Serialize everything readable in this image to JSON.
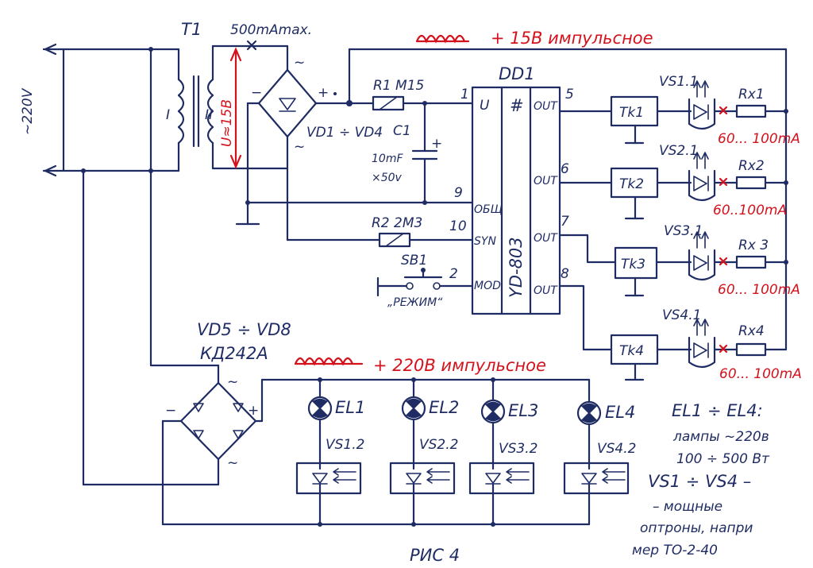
{
  "mains_label": "~220V",
  "transformer": {
    "name": "T1",
    "primary": "I",
    "secondary": "II",
    "current_note": "500mAmax.",
    "voltage_note": "U≈15B"
  },
  "bridge1": {
    "name": "VD1 ÷ VD4",
    "plus": "+",
    "minus": "−",
    "tilde": "~"
  },
  "top_rail": "+ 15B импульсное",
  "r1": "R1 M15",
  "c1": [
    "C1",
    "10mF",
    "×50v"
  ],
  "c1_plus": "+",
  "r2": "R2 2M3",
  "sb1": "SB1",
  "sb1_caption": "„РЕЖИМ“",
  "dd1": {
    "name": "DD1",
    "part": "YD-803",
    "pins_left": [
      {
        "num": "1",
        "label": "U"
      },
      {
        "num": "9",
        "label": "ОБЩ"
      },
      {
        "num": "10",
        "label": "SYN"
      },
      {
        "num": "2",
        "label": "MOD"
      }
    ],
    "pins_right": [
      {
        "num": "5",
        "label": "OUT"
      },
      {
        "num": "6",
        "label": "OUT"
      },
      {
        "num": "7",
        "label": "OUT"
      },
      {
        "num": "8",
        "label": "OUT"
      }
    ]
  },
  "channels": [
    {
      "tk": "Tk1",
      "vs": "VS1.1",
      "rx": "Rx1",
      "current": "60... 100mA"
    },
    {
      "tk": "Tk2",
      "vs": "VS2.1",
      "rx": "Rx2",
      "current": "60..100mA"
    },
    {
      "tk": "Tk3",
      "vs": "VS3.1",
      "rx": "Rx 3",
      "current": "60... 100mA"
    },
    {
      "tk": "Tk4",
      "vs": "VS4.1",
      "rx": "Rx4",
      "current": "60... 100mA"
    }
  ],
  "bridge2": {
    "name": "VD5 ÷ VD8",
    "part": "КД242A",
    "plus": "+",
    "minus": "−",
    "tilde": "~"
  },
  "rail220": "+ 220B импульсное",
  "lamps": [
    {
      "el": "EL1",
      "vs": "VS1.2"
    },
    {
      "el": "EL2",
      "vs": "VS2.2"
    },
    {
      "el": "EL3",
      "vs": "VS3.2"
    },
    {
      "el": "EL4",
      "vs": "VS4.2"
    }
  ],
  "notes": [
    "EL1 ÷ EL4:",
    "лампы ~220в",
    "100 ÷ 500 Вт",
    "VS1 ÷ VS4 –",
    "– мощные",
    "оптроны, напри",
    "мер TO-2-40"
  ],
  "figure": "РИС 4",
  "colors": {
    "ink": "#1f2c63",
    "accent": "#d4121c"
  }
}
